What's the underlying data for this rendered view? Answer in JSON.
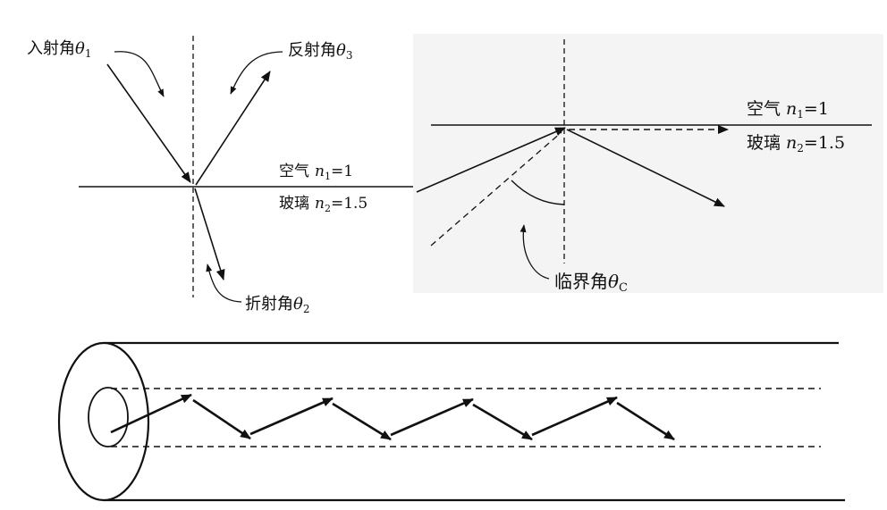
{
  "colors": {
    "ink": "#111111",
    "panel_bg": "#f4f4f4",
    "background": "#ffffff"
  },
  "refraction": {
    "incident_label": "入射角",
    "incident_symbol": "θ",
    "incident_sub": "1",
    "reflected_label": "反射角",
    "reflected_symbol": "θ",
    "reflected_sub": "3",
    "refracted_label": "折射角",
    "refracted_symbol": "θ",
    "refracted_sub": "2",
    "medium_top": "空气",
    "medium_top_symbol": "n",
    "medium_top_sub": "1",
    "medium_top_value": "=1",
    "medium_bottom": "玻璃",
    "medium_bottom_symbol": "n",
    "medium_bottom_sub": "2",
    "medium_bottom_value": "=1.5"
  },
  "critical": {
    "medium_top": "空气",
    "medium_top_symbol": "n",
    "medium_top_sub": "1",
    "medium_top_value": "=1",
    "medium_bottom": "玻璃",
    "medium_bottom_symbol": "n",
    "medium_bottom_sub": "2",
    "medium_bottom_value": "=1.5",
    "angle_label": "临界角",
    "angle_symbol": "θ",
    "angle_sub": "C"
  },
  "icons": {
    "fiber": "optical-fiber-icon",
    "ray_arrow": "arrowhead-icon"
  }
}
